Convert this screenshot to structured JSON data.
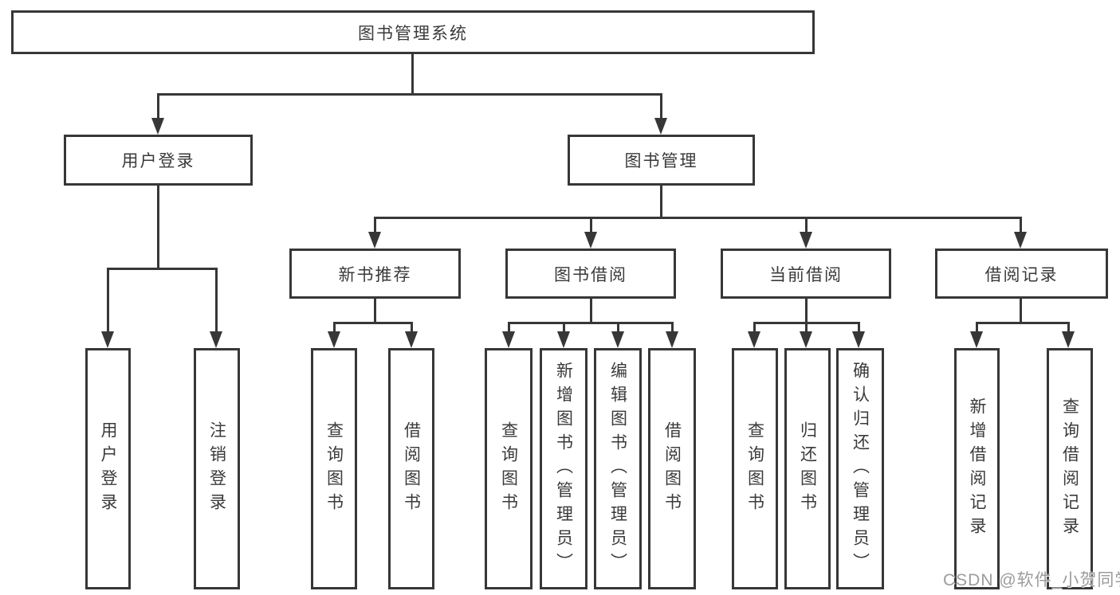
{
  "diagram": {
    "title": "图书管理系统",
    "nodes": {
      "root": "图书管理系统",
      "user_login": "用户登录",
      "book_mgmt": "图书管理",
      "new_book_rec": "新书推荐",
      "book_borrow": "图书借阅",
      "current_borrow": "当前借阅",
      "borrow_record": "借阅记录",
      "leaf_user_login": "用户登录",
      "leaf_logout": "注销登录",
      "rec_query_book": "查询图书",
      "rec_borrow_book": "借阅图书",
      "bb_query_book": "查询图书",
      "bb_add_book": "新增图书（管理员）",
      "bb_edit_book": "编辑图书（管理员）",
      "bb_borrow_book": "借阅图书",
      "cb_query_book": "查询图书",
      "cb_return_book": "归还图书",
      "cb_confirm_return": "确认归还（管理员）",
      "br_add_record": "新增借阅记录",
      "br_query_record": "查询借阅记录"
    }
  },
  "watermark": "CSDN @软件_小贺同学",
  "colors": {
    "line": "#373737",
    "text": "#3a3a3a",
    "box_background": "#ffffff",
    "watermark": "#9c9c9c",
    "page_background": "#ffffff"
  }
}
